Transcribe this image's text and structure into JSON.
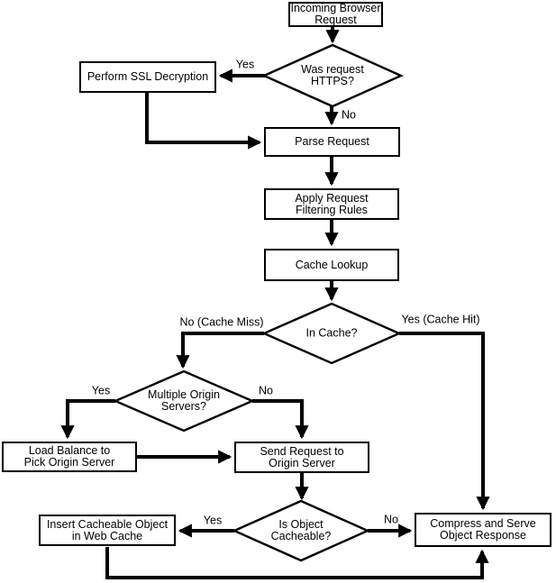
{
  "canvas": {
    "background_color": "#ffffff",
    "line_color": "#000000",
    "node_fill_color": "#ffffff",
    "text_color": "#000000"
  },
  "nodes": {
    "incoming_request": {
      "type": "process",
      "label": "Incoming Browser\nRequest"
    },
    "was_https": {
      "type": "decision",
      "label": "Was request\nHTTPS?"
    },
    "ssl_decryption": {
      "type": "process",
      "label": "Perform SSL Decryption"
    },
    "parse_request": {
      "type": "process",
      "label": "Parse Request"
    },
    "apply_filtering": {
      "type": "process",
      "label": "Apply Request\nFiltering Rules"
    },
    "cache_lookup": {
      "type": "process",
      "label": "Cache Lookup"
    },
    "in_cache": {
      "type": "decision",
      "label": "In Cache?"
    },
    "multiple_origin": {
      "type": "decision",
      "label": "Multiple Origin\nServers?"
    },
    "load_balance": {
      "type": "process",
      "label": "Load Balance to\nPick Origin Server"
    },
    "send_request": {
      "type": "process",
      "label": "Send Request to\nOrigin Server"
    },
    "is_cacheable": {
      "type": "decision",
      "label": "Is Object\nCacheable?"
    },
    "insert_cacheable": {
      "type": "process",
      "label": "Insert Cacheable Object\nin Web Cache"
    },
    "compress_serve": {
      "type": "process",
      "label": "Compress and Serve\nObject Response"
    }
  },
  "edge_labels": {
    "https_yes": "Yes",
    "https_no": "No",
    "cache_miss": "No (Cache Miss)",
    "cache_hit": "Yes (Cache Hit)",
    "multi_yes": "Yes",
    "multi_no": "No",
    "cacheable_yes": "Yes",
    "cacheable_no": "No"
  }
}
